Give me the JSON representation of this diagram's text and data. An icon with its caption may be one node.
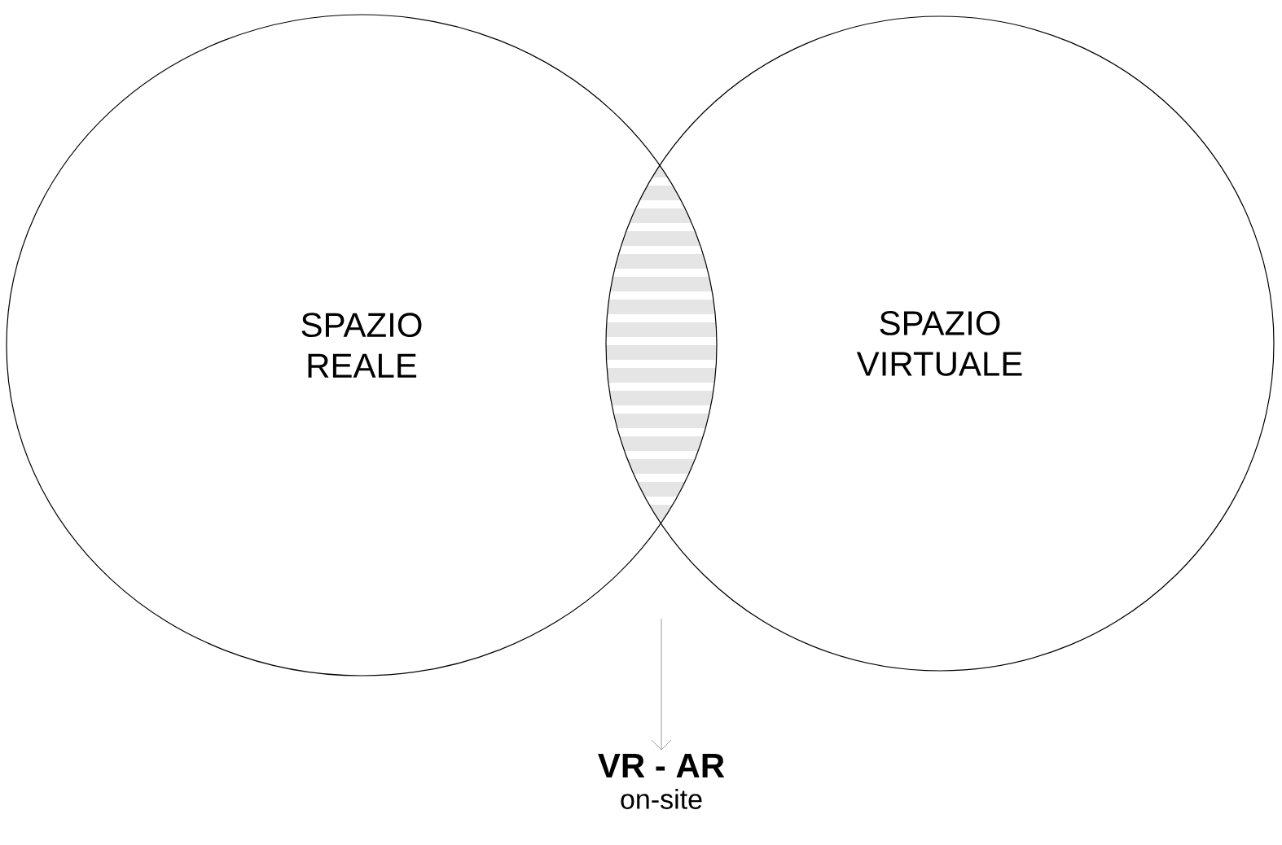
{
  "diagram": {
    "nodes": [
      {
        "text": [
          "SPAZIO REALE"
        ]
      },
      {
        "text": [
          "SPAZIO VIRTUALE"
        ]
      },
      {
        "text": [
          "VR - AR",
          "on-site"
        ]
      }
    ],
    "edges": [
      {
        "from": null,
        "to": 2,
        "arrow": "to"
      }
    ]
  }
}
